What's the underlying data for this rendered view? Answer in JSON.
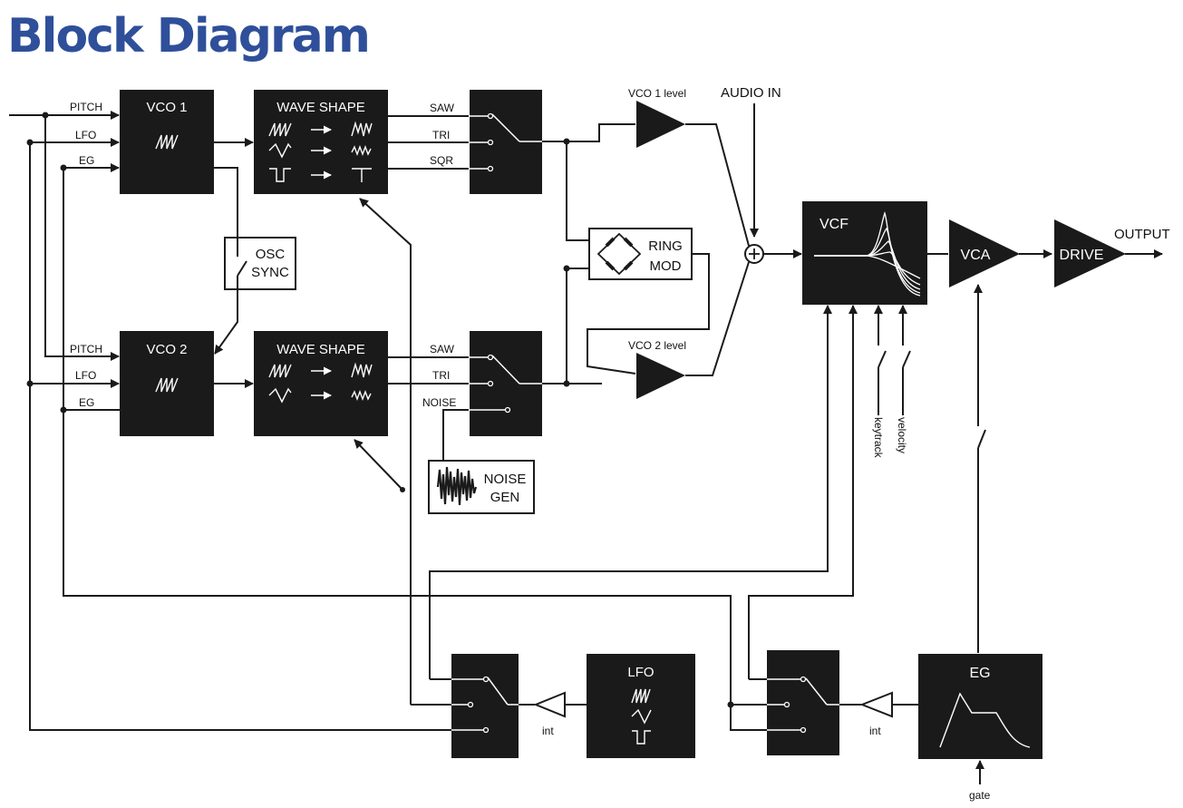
{
  "title": "Block Diagram",
  "blocks": {
    "vco1": "VCO 1",
    "vco2": "VCO 2",
    "wave_shape_1": "WAVE SHAPE",
    "wave_shape_2": "WAVE SHAPE",
    "vcf": "VCF",
    "vca": "VCA",
    "drive": "DRIVE",
    "lfo": "LFO",
    "eg": "EG",
    "osc_sync": [
      "OSC",
      "SYNC"
    ],
    "ring_mod": [
      "RING",
      "MOD"
    ],
    "noise_gen": [
      "NOISE",
      "GEN"
    ]
  },
  "labels": {
    "pitch_1": "PITCH",
    "lfo_1": "LFO",
    "eg_1": "EG",
    "pitch_2": "PITCH",
    "lfo_2": "LFO",
    "eg_2": "EG",
    "saw_1": "SAW",
    "tri_1": "TRI",
    "sqr_1": "SQR",
    "saw_2": "SAW",
    "tri_2": "TRI",
    "noise": "NOISE",
    "vco1_level": "VCO 1 level",
    "vco2_level": "VCO 2 level",
    "audio_in": "AUDIO IN",
    "output": "OUTPUT",
    "keytrack": "keytrack",
    "velocity": "velocity",
    "int_lfo": "int",
    "int_eg": "int",
    "gate": "gate"
  },
  "colors": {
    "title": "#2f4f9a",
    "block": "#1a1a1a",
    "line": "#1a1a1a"
  }
}
